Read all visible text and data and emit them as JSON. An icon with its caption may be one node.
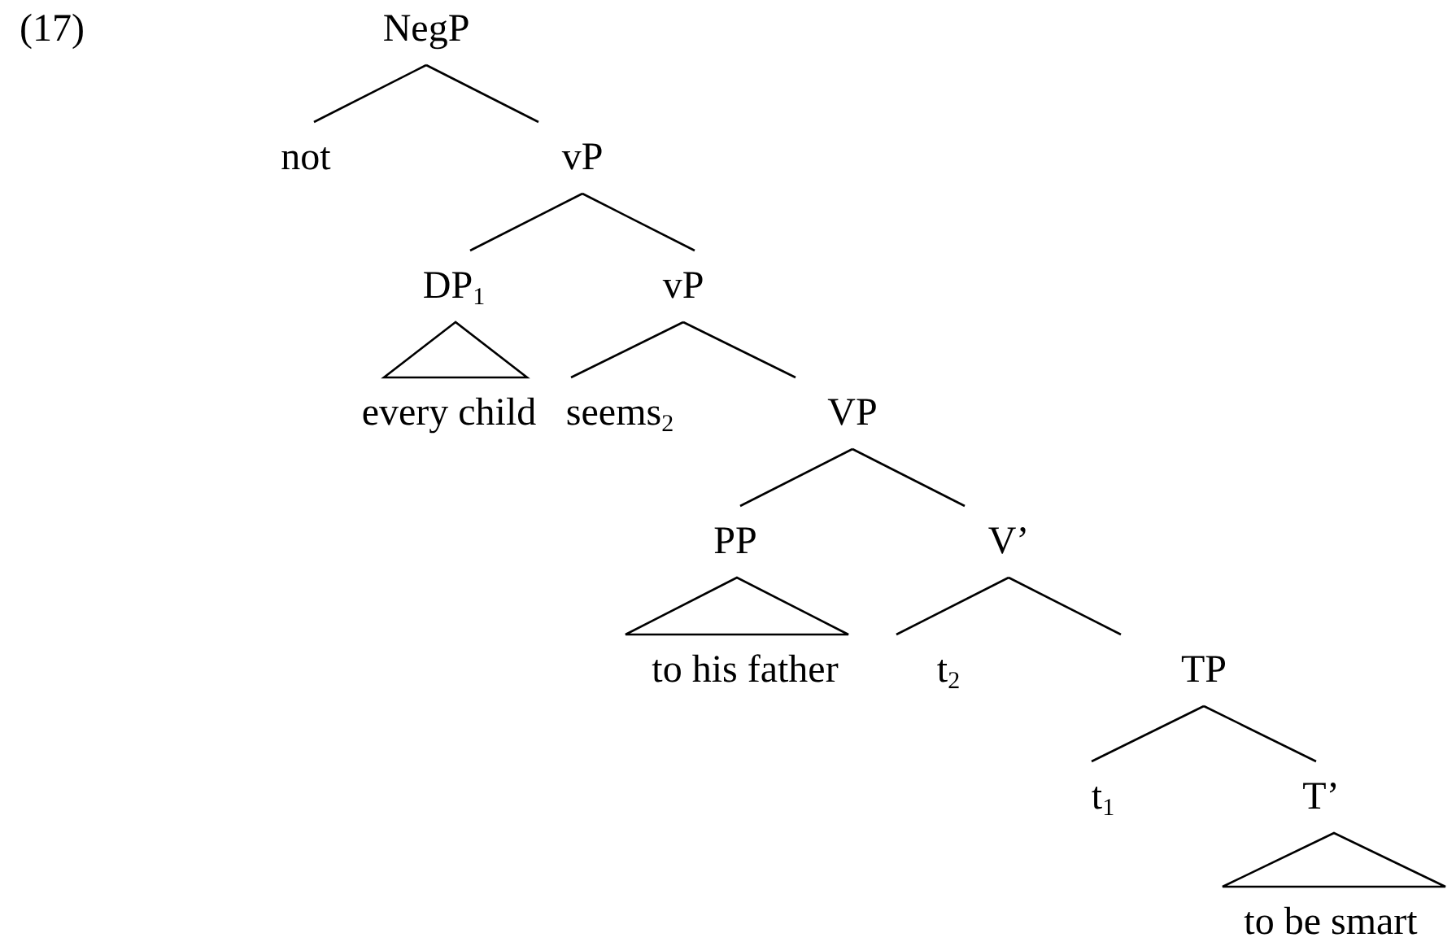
{
  "diagram": {
    "nodes": [
      {
        "text": [
          "NegP"
        ]
      },
      {
        "text": [
          "not"
        ]
      },
      {
        "text": [
          "vP"
        ]
      },
      {
        "text": [
          "DP$_{1}$"
        ]
      },
      {
        "text": [
          "vP"
        ]
      },
      {
        "text": [
          "every child"
        ]
      },
      {
        "text": [
          "seems$_{2}$"
        ]
      },
      {
        "text": [
          "VP"
        ]
      },
      {
        "text": [
          "PP"
        ]
      },
      {
        "text": [
          "V’"
        ]
      },
      {
        "text": [
          "to his father"
        ]
      },
      {
        "text": [
          "t$_{2}$"
        ]
      },
      {
        "text": [
          "TP"
        ]
      },
      {
        "text": [
          "t$_{1}$"
        ]
      },
      {
        "text": [
          "T’"
        ]
      },
      {
        "text": [
          "to be smart"
        ]
      }
    ],
    "edges": [
      {
        "from": 0,
        "to": 1,
        "arrow": "none"
      },
      {
        "from": 0,
        "to": 2,
        "arrow": "none"
      },
      {
        "from": 2,
        "to": 3,
        "arrow": "none"
      },
      {
        "from": 2,
        "to": 4,
        "arrow": "none"
      },
      {
        "from": 3,
        "to": 5,
        "arrow": "none"
      },
      {
        "from": 4,
        "to": 6,
        "arrow": "none"
      },
      {
        "from": 4,
        "to": 7,
        "arrow": "none"
      },
      {
        "from": 7,
        "to": 8,
        "arrow": "none"
      },
      {
        "from": 7,
        "to": 9,
        "arrow": "none"
      },
      {
        "from": 8,
        "to": 10,
        "arrow": "none"
      },
      {
        "from": 9,
        "to": 11,
        "arrow": "none"
      },
      {
        "from": 9,
        "to": 12,
        "arrow": "none"
      },
      {
        "from": 12,
        "to": 13,
        "arrow": "none"
      },
      {
        "from": 12,
        "to": 14,
        "arrow": "none"
      },
      {
        "from": 14,
        "to": 15,
        "arrow": "none"
      }
    ],
    "labels": [
      "(17)"
    ]
  }
}
